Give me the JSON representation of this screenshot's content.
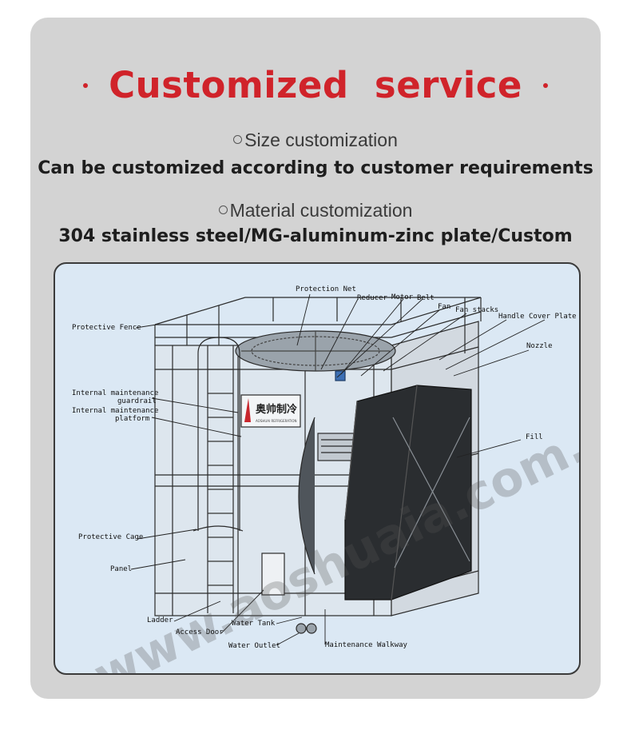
{
  "header": {
    "title": "Customized  service",
    "size_label": "Size customization",
    "size_desc": "Can be customized according to customer requirements",
    "material_label": "Material customization",
    "material_desc": "304 stainless steel/MG-aluminum-zinc plate/Custom"
  },
  "diagram": {
    "logo_text": "奥帅制冷",
    "logo_sub": "AOSHUAI REFRIGERATION",
    "watermark": "www.aoshuaia.com.cn",
    "labels": {
      "protection_net": "Protection Net",
      "reducer": "Reducer",
      "motor": "Motor",
      "belt": "Belt",
      "fan": "Fan",
      "fan_stacks": "Fan stacks",
      "handle": "Handle",
      "cover_plate": "Cover Plate",
      "protective_fence": "Protective Fence",
      "nozzle": "Nozzle",
      "guardrail_1": "Internal maintenance",
      "guardrail_2": "guardrail",
      "platform_1": "Internal maintenance",
      "platform_2": "platform",
      "fill": "Fill",
      "protective_cage": "Protective Cage",
      "panel": "Panel",
      "ladder": "Ladder",
      "access_door": "Access Door",
      "water_tank": "Water Tank",
      "water_outlet": "Water Outlet",
      "maintenance_walkway": "Maintenance Walkway"
    }
  }
}
